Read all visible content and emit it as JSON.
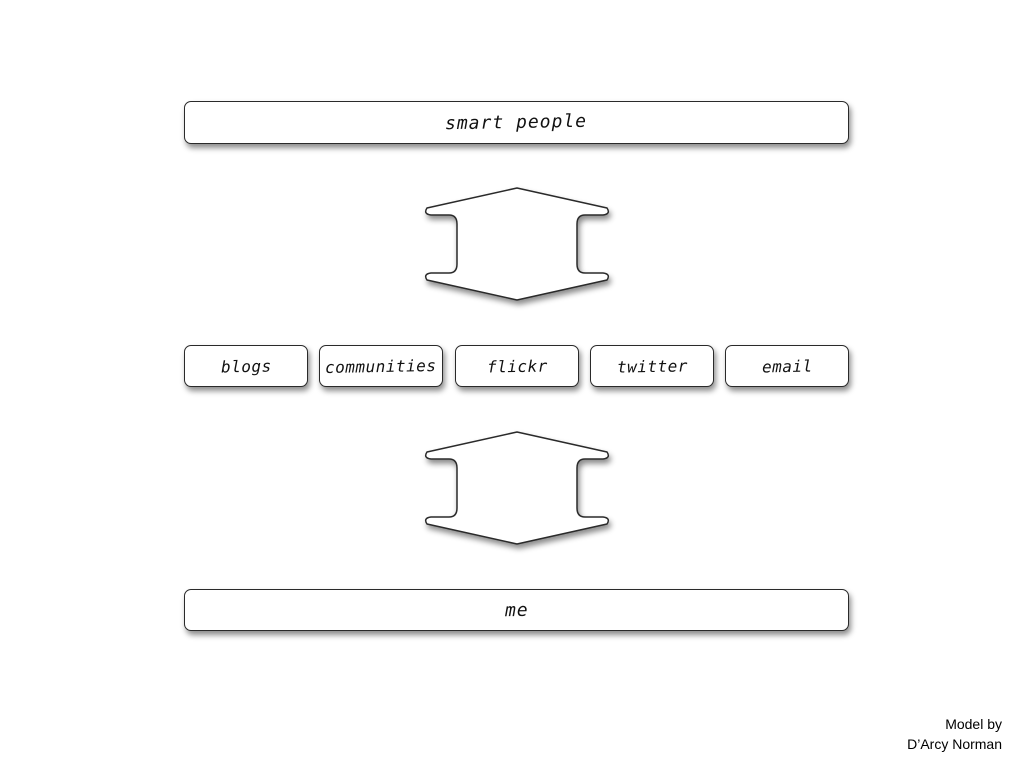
{
  "top_box": {
    "label": "smart people"
  },
  "channels": [
    {
      "label": "blogs"
    },
    {
      "label": "communities"
    },
    {
      "label": "flickr"
    },
    {
      "label": "twitter"
    },
    {
      "label": "email"
    }
  ],
  "bottom_box": {
    "label": "me"
  },
  "credit": {
    "line1": "Model by",
    "line2": "D’Arcy Norman"
  },
  "arrows": [
    {
      "direction": "bidirectional-vertical",
      "between": [
        "smart people",
        "channels"
      ]
    },
    {
      "direction": "bidirectional-vertical",
      "between": [
        "channels",
        "me"
      ]
    }
  ],
  "colors": {
    "stroke": "#2a2a2a",
    "fill": "#ffffff",
    "background": "#ffffff"
  }
}
